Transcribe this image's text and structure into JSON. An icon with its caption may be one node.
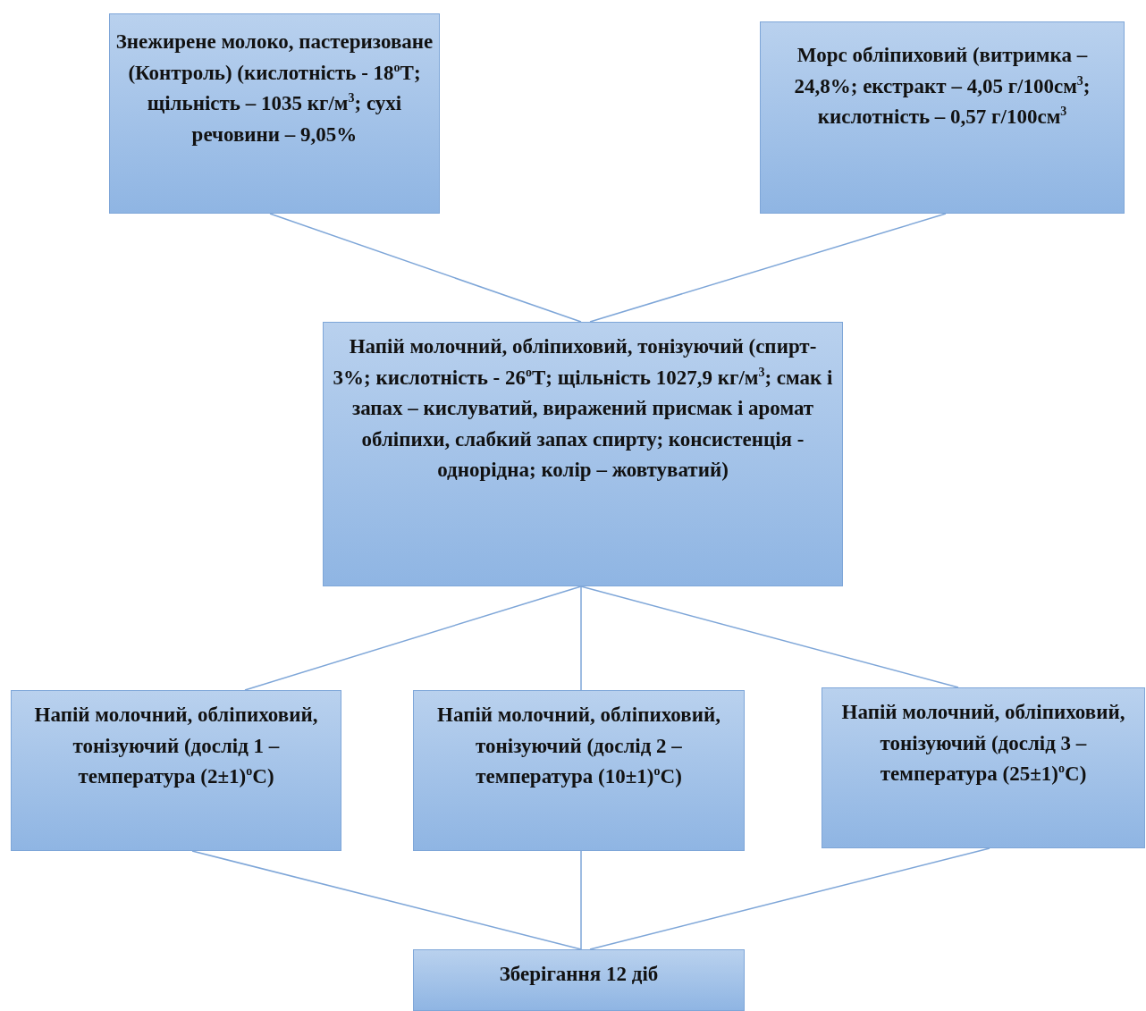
{
  "diagram": {
    "nodes": [
      {
        "text": [
          "Знежирене молоко, пастеризоване (Контроль) (кислотність - 18$^{о}$Т; щільність – 1035 кг/м$^{3}$; сухі речовини – 9,05%"
        ]
      },
      {
        "text": [
          "Морс обліпиховий (витримка – 24,8%; екстракт – 4,05 г/100см$^{3}$; кислотність – 0,57 г/100см$^{3}$"
        ]
      },
      {
        "text": [
          "Напій молочний, обліпиховий, тонізуючий (спирт- 3%; кислотність - 26$^{о}$Т; щільність 1027,9 кг/м$^{3}$; смак і запах – кислуватий, виражений присмак і аромат обліпихи, слабкий запах спирту; консистенція - однорідна; колір – жовтуватий)"
        ]
      },
      {
        "text": [
          "Напій молочний, обліпиховий, тонізуючий (дослід 1 – температура (2±1)$^{о}$С)"
        ]
      },
      {
        "text": [
          "Напій молочний, обліпиховий, тонізуючий (дослід 2 – температура (10±1)$^{о}$С)"
        ]
      },
      {
        "text": [
          "Напій молочний, обліпиховий, тонізуючий (дослід 3 – температура (25±1)$^{о}$С)"
        ]
      },
      {
        "text": [
          "Зберігання 12 діб"
        ]
      }
    ],
    "edges": [
      {
        "from": 0,
        "to": 2,
        "arrow": "none"
      },
      {
        "from": 1,
        "to": 2,
        "arrow": "none"
      },
      {
        "from": 2,
        "to": 3,
        "arrow": "none"
      },
      {
        "from": 2,
        "to": 4,
        "arrow": "none"
      },
      {
        "from": 2,
        "to": 5,
        "arrow": "none"
      },
      {
        "from": 3,
        "to": 6,
        "arrow": "none"
      },
      {
        "from": 4,
        "to": 6,
        "arrow": "none"
      },
      {
        "from": 5,
        "to": 6,
        "arrow": "none"
      }
    ]
  }
}
